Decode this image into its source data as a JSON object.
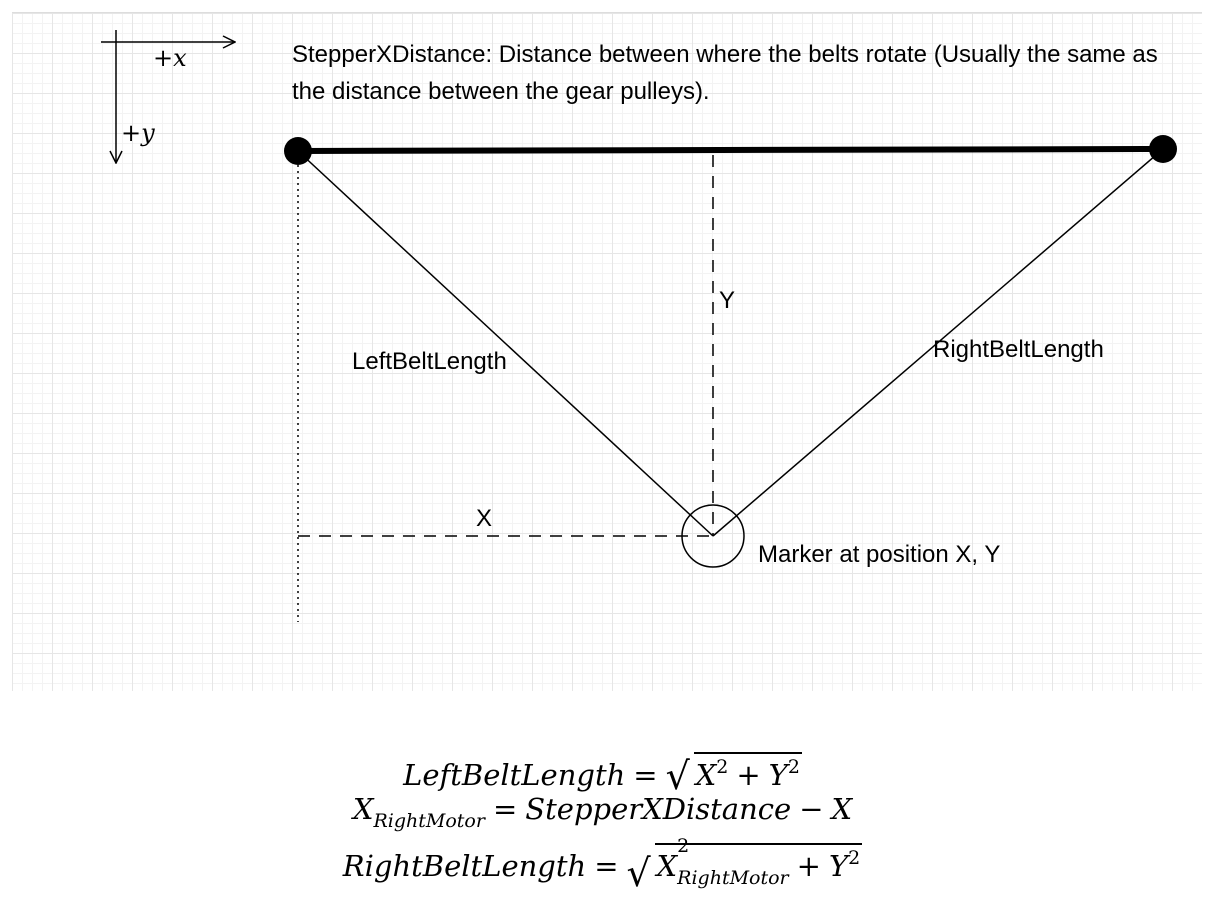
{
  "axes": {
    "x_label": "+x",
    "y_label": "+y"
  },
  "description": "StepperXDistance: Distance between where the belts rotate (Usually the same as the distance between the gear pulleys).",
  "labels": {
    "y": "Y",
    "x": "X",
    "left_belt": "LeftBeltLength",
    "right_belt": "RightBeltLength",
    "marker": "Marker at position X, Y"
  },
  "formulas": {
    "f1_lhs": "LeftBeltLength",
    "f1_eq": "=",
    "f1_x": "X",
    "f1_x_exp": "2",
    "f1_plus": "+",
    "f1_y": "Y",
    "f1_y_exp": "2",
    "f2_lhs": "X",
    "f2_lhs_sub": "RightMotor",
    "f2_eq": "=",
    "f2_rhs1": "StepperXDistance",
    "f2_minus": "−",
    "f2_rhs2": "X",
    "f3_lhs": "RightBeltLength",
    "f3_eq": "=",
    "f3_x": "X",
    "f3_x_exp": "2",
    "f3_x_sub": "RightMotor",
    "f3_plus": "+",
    "f3_y": "Y",
    "f3_y_exp": "2"
  },
  "colors": {
    "ink": "#000000",
    "grid": "#e6e6e6"
  }
}
